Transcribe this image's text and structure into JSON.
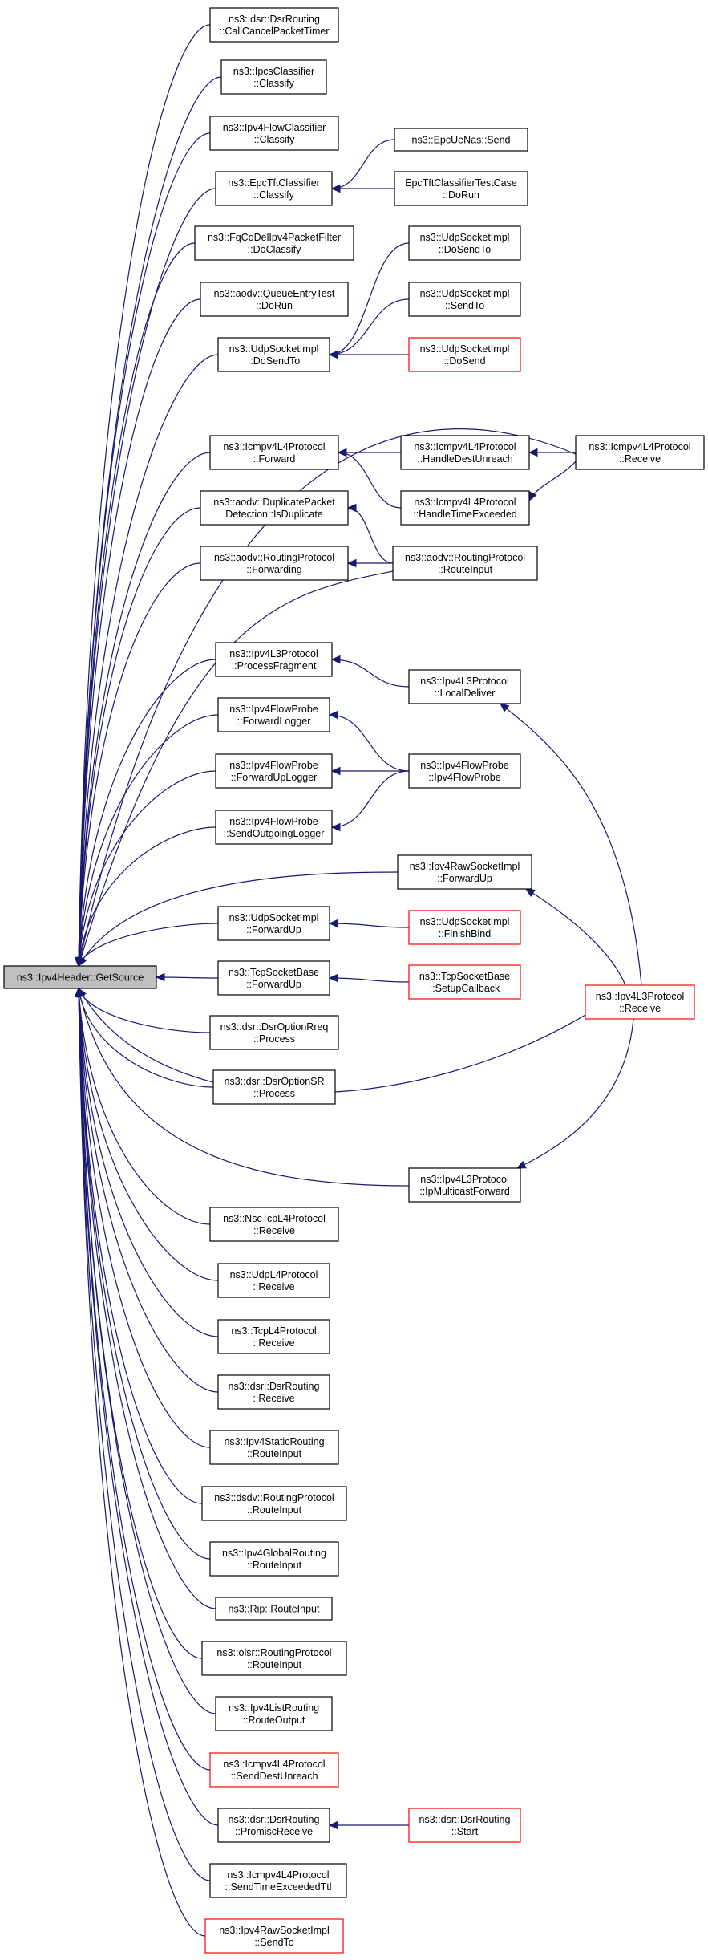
{
  "diagram": {
    "nodes": [
      {
        "id": "root",
        "lines": [
          "ns3::Ipv4Header::GetSource"
        ],
        "style": "root"
      },
      {
        "id": "n1",
        "lines": [
          "ns3::dsr::DsrRouting",
          "::CallCancelPacketTimer"
        ],
        "style": "normal"
      },
      {
        "id": "n2",
        "lines": [
          "ns3::IpcsClassifier",
          "::Classify"
        ],
        "style": "normal"
      },
      {
        "id": "n3",
        "lines": [
          "ns3::Ipv4FlowClassifier",
          "::Classify"
        ],
        "style": "normal"
      },
      {
        "id": "n4",
        "lines": [
          "ns3::EpcTftClassifier",
          "::Classify"
        ],
        "style": "normal"
      },
      {
        "id": "n5",
        "lines": [
          "ns3::EpcUeNas::Send"
        ],
        "style": "normal"
      },
      {
        "id": "n6",
        "lines": [
          "EpcTftClassifierTestCase",
          "::DoRun"
        ],
        "style": "normal"
      },
      {
        "id": "n7",
        "lines": [
          "ns3::FqCoDelIpv4PacketFilter",
          "::DoClassify"
        ],
        "style": "normal"
      },
      {
        "id": "n8",
        "lines": [
          "ns3::aodv::QueueEntryTest",
          "::DoRun"
        ],
        "style": "normal"
      },
      {
        "id": "n9",
        "lines": [
          "ns3::UdpSocketImpl",
          "::DoSendTo"
        ],
        "style": "normal"
      },
      {
        "id": "n10",
        "lines": [
          "ns3::UdpSocketImpl",
          "::DoSendTo"
        ],
        "style": "normal"
      },
      {
        "id": "n11",
        "lines": [
          "ns3::UdpSocketImpl",
          "::SendTo"
        ],
        "style": "normal"
      },
      {
        "id": "n12",
        "lines": [
          "ns3::UdpSocketImpl",
          "::DoSend"
        ],
        "style": "red"
      },
      {
        "id": "n13",
        "lines": [
          "ns3::Icmpv4L4Protocol",
          "::Forward"
        ],
        "style": "normal"
      },
      {
        "id": "n14",
        "lines": [
          "ns3::Icmpv4L4Protocol",
          "::HandleDestUnreach"
        ],
        "style": "normal"
      },
      {
        "id": "n15",
        "lines": [
          "ns3::Icmpv4L4Protocol",
          "::Receive"
        ],
        "style": "normal"
      },
      {
        "id": "n16",
        "lines": [
          "ns3::Icmpv4L4Protocol",
          "::HandleTimeExceeded"
        ],
        "style": "normal"
      },
      {
        "id": "n17",
        "lines": [
          "ns3::aodv::DuplicatePacket",
          "Detection::IsDuplicate"
        ],
        "style": "normal"
      },
      {
        "id": "n18",
        "lines": [
          "ns3::aodv::RoutingProtocol",
          "::Forwarding"
        ],
        "style": "normal"
      },
      {
        "id": "n19",
        "lines": [
          "ns3::aodv::RoutingProtocol",
          "::RouteInput"
        ],
        "style": "normal"
      },
      {
        "id": "n20",
        "lines": [
          "ns3::Ipv4L3Protocol",
          "::ProcessFragment"
        ],
        "style": "normal"
      },
      {
        "id": "n21",
        "lines": [
          "ns3::Ipv4L3Protocol",
          "::LocalDeliver"
        ],
        "style": "normal"
      },
      {
        "id": "n22",
        "lines": [
          "ns3::Ipv4FlowProbe",
          "::ForwardLogger"
        ],
        "style": "normal"
      },
      {
        "id": "n23",
        "lines": [
          "ns3::Ipv4FlowProbe",
          "::ForwardUpLogger"
        ],
        "style": "normal"
      },
      {
        "id": "n24",
        "lines": [
          "ns3::Ipv4FlowProbe",
          "::Ipv4FlowProbe"
        ],
        "style": "normal"
      },
      {
        "id": "n25",
        "lines": [
          "ns3::Ipv4FlowProbe",
          "::SendOutgoingLogger"
        ],
        "style": "normal"
      },
      {
        "id": "n26",
        "lines": [
          "ns3::Ipv4RawSocketImpl",
          "::ForwardUp"
        ],
        "style": "normal"
      },
      {
        "id": "n27",
        "lines": [
          "ns3::UdpSocketImpl",
          "::ForwardUp"
        ],
        "style": "normal"
      },
      {
        "id": "n28",
        "lines": [
          "ns3::UdpSocketImpl",
          "::FinishBind"
        ],
        "style": "red"
      },
      {
        "id": "n29",
        "lines": [
          "ns3::TcpSocketBase",
          "::ForwardUp"
        ],
        "style": "normal"
      },
      {
        "id": "n30",
        "lines": [
          "ns3::TcpSocketBase",
          "::SetupCallback"
        ],
        "style": "red"
      },
      {
        "id": "n31",
        "lines": [
          "ns3::Ipv4L3Protocol",
          "::Receive"
        ],
        "style": "red"
      },
      {
        "id": "n32",
        "lines": [
          "ns3::dsr::DsrOptionRreq",
          "::Process"
        ],
        "style": "normal"
      },
      {
        "id": "n33",
        "lines": [
          "ns3::dsr::DsrOptionSR",
          "::Process"
        ],
        "style": "normal"
      },
      {
        "id": "n34",
        "lines": [
          "ns3::Ipv4L3Protocol",
          "::IpMulticastForward"
        ],
        "style": "normal"
      },
      {
        "id": "n35",
        "lines": [
          "ns3::NscTcpL4Protocol",
          "::Receive"
        ],
        "style": "normal"
      },
      {
        "id": "n36",
        "lines": [
          "ns3::UdpL4Protocol",
          "::Receive"
        ],
        "style": "normal"
      },
      {
        "id": "n37",
        "lines": [
          "ns3::TcpL4Protocol",
          "::Receive"
        ],
        "style": "normal"
      },
      {
        "id": "n38",
        "lines": [
          "ns3::dsr::DsrRouting",
          "::Receive"
        ],
        "style": "normal"
      },
      {
        "id": "n39",
        "lines": [
          "ns3::Ipv4StaticRouting",
          "::RouteInput"
        ],
        "style": "normal"
      },
      {
        "id": "n40",
        "lines": [
          "ns3::dsdv::RoutingProtocol",
          "::RouteInput"
        ],
        "style": "normal"
      },
      {
        "id": "n41",
        "lines": [
          "ns3::Ipv4GlobalRouting",
          "::RouteInput"
        ],
        "style": "normal"
      },
      {
        "id": "n42",
        "lines": [
          "ns3::Rip::RouteInput"
        ],
        "style": "normal"
      },
      {
        "id": "n43",
        "lines": [
          "ns3::olsr::RoutingProtocol",
          "::RouteInput"
        ],
        "style": "normal"
      },
      {
        "id": "n44",
        "lines": [
          "ns3::Ipv4ListRouting",
          "::RouteOutput"
        ],
        "style": "normal"
      },
      {
        "id": "n45",
        "lines": [
          "ns3::Icmpv4L4Protocol",
          "::SendDestUnreach"
        ],
        "style": "red"
      },
      {
        "id": "n46",
        "lines": [
          "ns3::dsr::DsrRouting",
          "::PromiscReceive"
        ],
        "style": "normal"
      },
      {
        "id": "n47",
        "lines": [
          "ns3::dsr::DsrRouting",
          "::Start"
        ],
        "style": "red"
      },
      {
        "id": "n48",
        "lines": [
          "ns3::Icmpv4L4Protocol",
          "::SendTimeExceededTtl"
        ],
        "style": "normal"
      },
      {
        "id": "n49",
        "lines": [
          "ns3::Ipv4RawSocketImpl",
          "::SendTo"
        ],
        "style": "red"
      }
    ],
    "edges": [
      {
        "from": "n1",
        "to": "root"
      },
      {
        "from": "n2",
        "to": "root"
      },
      {
        "from": "n3",
        "to": "root"
      },
      {
        "from": "n4",
        "to": "root"
      },
      {
        "from": "n7",
        "to": "root"
      },
      {
        "from": "n8",
        "to": "root"
      },
      {
        "from": "n9",
        "to": "root"
      },
      {
        "from": "n13",
        "to": "root"
      },
      {
        "from": "n17",
        "to": "root"
      },
      {
        "from": "n18",
        "to": "root"
      },
      {
        "from": "n20",
        "to": "root"
      },
      {
        "from": "n22",
        "to": "root"
      },
      {
        "from": "n23",
        "to": "root"
      },
      {
        "from": "n25",
        "to": "root"
      },
      {
        "from": "n27",
        "to": "root"
      },
      {
        "from": "n29",
        "to": "root"
      },
      {
        "from": "n32",
        "to": "root"
      },
      {
        "from": "n33",
        "to": "root"
      },
      {
        "from": "n35",
        "to": "root"
      },
      {
        "from": "n36",
        "to": "root"
      },
      {
        "from": "n37",
        "to": "root"
      },
      {
        "from": "n38",
        "to": "root"
      },
      {
        "from": "n39",
        "to": "root"
      },
      {
        "from": "n40",
        "to": "root"
      },
      {
        "from": "n41",
        "to": "root"
      },
      {
        "from": "n42",
        "to": "root"
      },
      {
        "from": "n43",
        "to": "root"
      },
      {
        "from": "n44",
        "to": "root"
      },
      {
        "from": "n45",
        "to": "root"
      },
      {
        "from": "n46",
        "to": "root"
      },
      {
        "from": "n48",
        "to": "root"
      },
      {
        "from": "n49",
        "to": "root"
      },
      {
        "from": "n15",
        "to": "root"
      },
      {
        "from": "n19",
        "to": "root"
      },
      {
        "from": "n26",
        "to": "root"
      },
      {
        "from": "n31",
        "to": "root"
      },
      {
        "from": "n34",
        "to": "root"
      },
      {
        "from": "n5",
        "to": "n4"
      },
      {
        "from": "n6",
        "to": "n4"
      },
      {
        "from": "n10",
        "to": "n9"
      },
      {
        "from": "n11",
        "to": "n9"
      },
      {
        "from": "n12",
        "to": "n9"
      },
      {
        "from": "n14",
        "to": "n13"
      },
      {
        "from": "n16",
        "to": "n13"
      },
      {
        "from": "n15",
        "to": "n14"
      },
      {
        "from": "n15",
        "to": "n16"
      },
      {
        "from": "n19",
        "to": "n17"
      },
      {
        "from": "n19",
        "to": "n18"
      },
      {
        "from": "n21",
        "to": "n20"
      },
      {
        "from": "n24",
        "to": "n22"
      },
      {
        "from": "n24",
        "to": "n23"
      },
      {
        "from": "n24",
        "to": "n25"
      },
      {
        "from": "n28",
        "to": "n27"
      },
      {
        "from": "n30",
        "to": "n29"
      },
      {
        "from": "n31",
        "to": "n21"
      },
      {
        "from": "n31",
        "to": "n26"
      },
      {
        "from": "n31",
        "to": "n34"
      },
      {
        "from": "n47",
        "to": "n46"
      }
    ]
  }
}
